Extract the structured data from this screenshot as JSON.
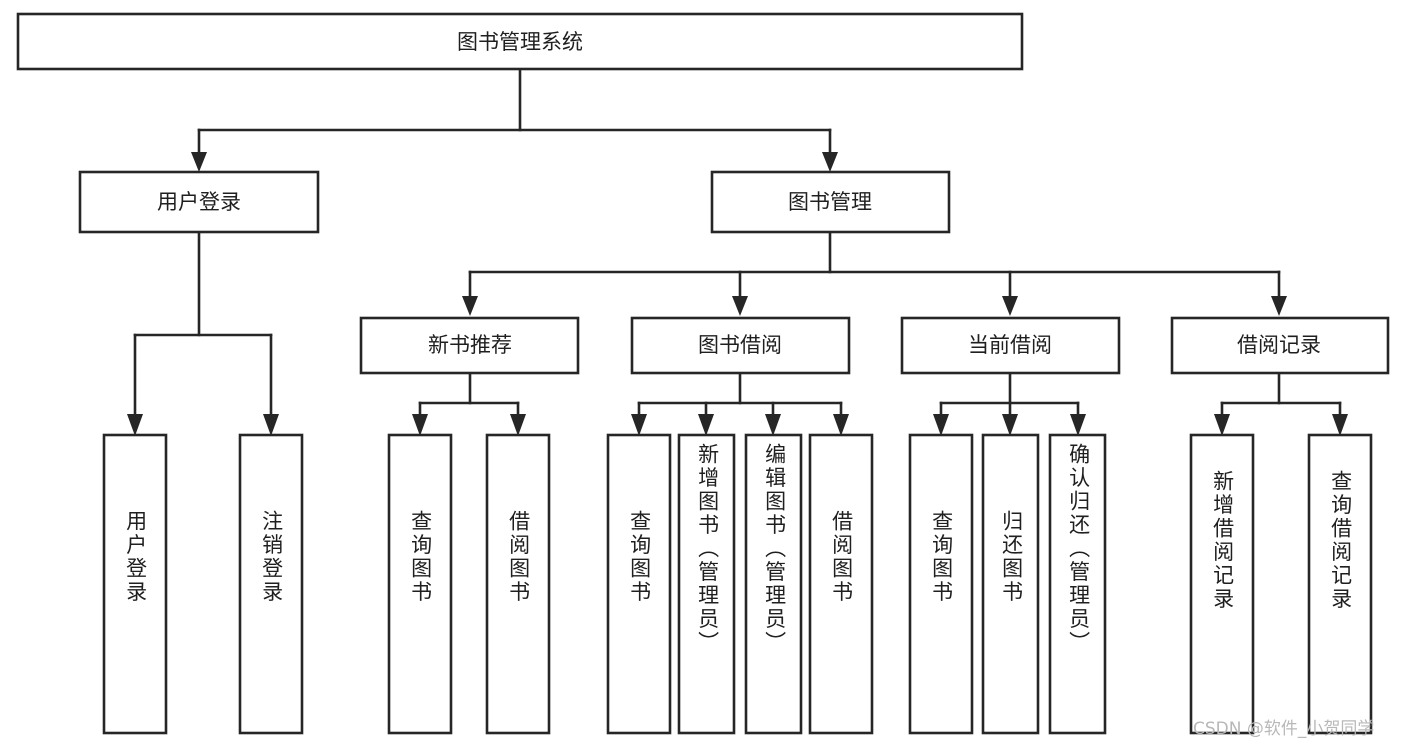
{
  "diagram": {
    "title": "图书管理系统",
    "type": "tree-hierarchy",
    "watermark": "CSDN @软件_小贺同学",
    "colors": {
      "stroke": "#262626",
      "fill": "#ffffff",
      "text": "#1f1f1f",
      "watermark": "#b8b8b8"
    },
    "nodes": {
      "root": {
        "label": "图书管理系统",
        "orientation": "horizontal"
      },
      "level2": [
        {
          "label": "用户登录",
          "orientation": "horizontal"
        },
        {
          "label": "图书管理",
          "orientation": "horizontal"
        }
      ],
      "level3": [
        {
          "label": "新书推荐",
          "orientation": "horizontal"
        },
        {
          "label": "图书借阅",
          "orientation": "horizontal"
        },
        {
          "label": "当前借阅",
          "orientation": "horizontal"
        },
        {
          "label": "借阅记录",
          "orientation": "horizontal"
        }
      ],
      "leaves": {
        "user_login": [
          {
            "label": "用户登录",
            "orientation": "vertical"
          },
          {
            "label": "注销登录",
            "orientation": "vertical"
          }
        ],
        "new_book_recommend": [
          {
            "label": "查询图书",
            "orientation": "vertical"
          },
          {
            "label": "借阅图书",
            "orientation": "vertical"
          }
        ],
        "book_borrow": [
          {
            "label": "查询图书",
            "orientation": "vertical"
          },
          {
            "label": "新增图书（管理员）",
            "orientation": "vertical"
          },
          {
            "label": "编辑图书（管理员）",
            "orientation": "vertical"
          },
          {
            "label": "借阅图书",
            "orientation": "vertical"
          }
        ],
        "current_borrow": [
          {
            "label": "查询图书",
            "orientation": "vertical"
          },
          {
            "label": "归还图书",
            "orientation": "vertical"
          },
          {
            "label": "确认归还（管理员）",
            "orientation": "vertical"
          }
        ],
        "borrow_record": [
          {
            "label": "新增借阅记录",
            "orientation": "vertical"
          },
          {
            "label": "查询借阅记录",
            "orientation": "vertical"
          }
        ]
      }
    }
  }
}
